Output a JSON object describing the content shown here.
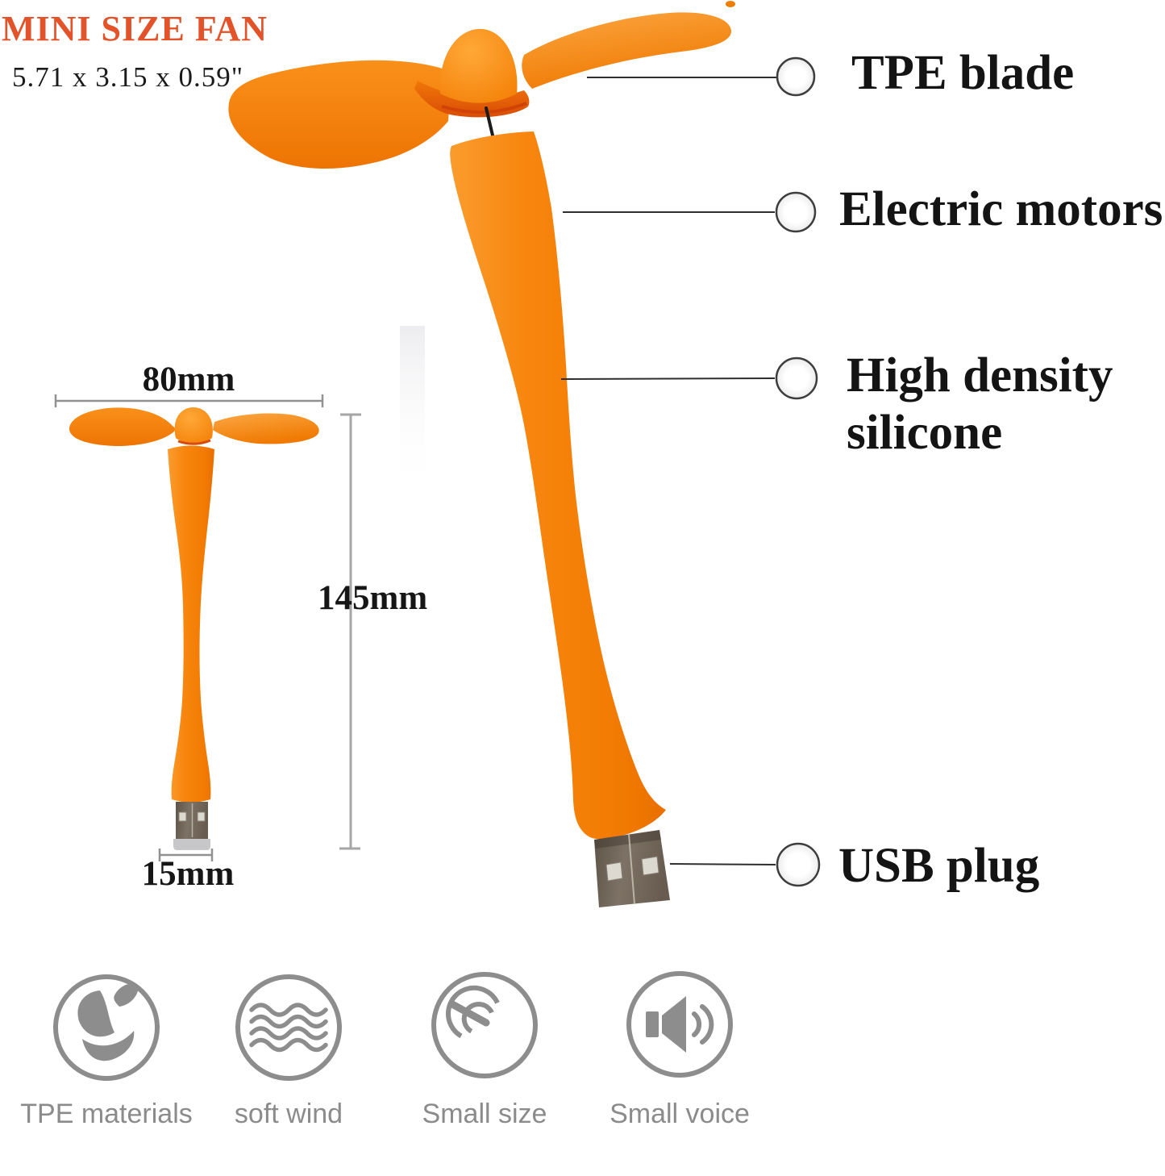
{
  "header": {
    "title": "MINI SIZE FAN",
    "dimensions_inches": "5.71 x 3.15 x 0.59\""
  },
  "callouts": [
    {
      "id": "tpe-blade",
      "label": "TPE blade"
    },
    {
      "id": "electric-motors",
      "label": "Electric motors"
    },
    {
      "id": "high-density-silicone",
      "label": "High density silicone"
    },
    {
      "id": "usb-plug",
      "label": "USB plug"
    }
  ],
  "measurements": {
    "blade_span": "80mm",
    "total_height": "145mm",
    "usb_width": "15mm"
  },
  "features": [
    {
      "icon": "leaf-icon",
      "label": "TPE materials"
    },
    {
      "icon": "wind-waves-icon",
      "label": "soft wind"
    },
    {
      "icon": "gauge-icon",
      "label": "Small size"
    },
    {
      "icon": "speaker-icon",
      "label": "Small voice"
    }
  ],
  "colors": {
    "fan_orange": "#f6830c",
    "fan_orange_deep": "#e96f00",
    "title_orange": "#e2532a",
    "label_black": "#141414",
    "feature_gray": "#8b8b8b",
    "dimension_gray": "#9a9a9a",
    "usb_metal": "#6e6357"
  }
}
